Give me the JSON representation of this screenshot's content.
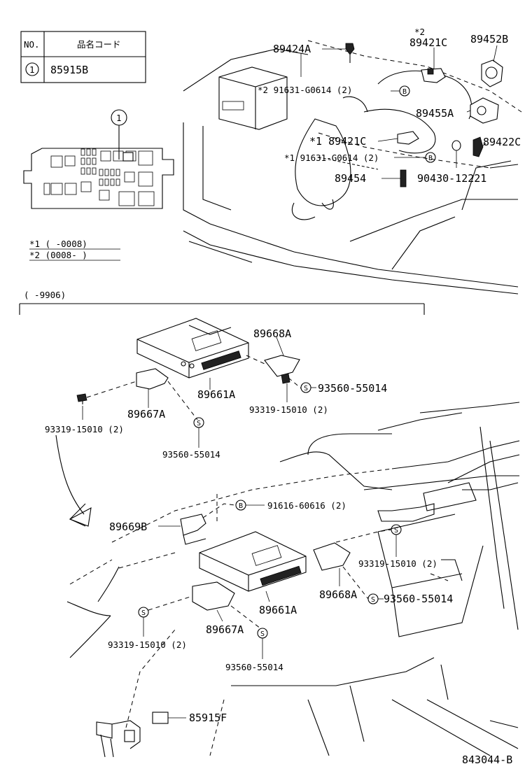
{
  "table": {
    "col_no": "NO.",
    "col_code": "品名コード",
    "row_no": "1",
    "row_code": "85915B"
  },
  "callout_1": "1",
  "notes": {
    "note1": "*1 (     -0008)",
    "note2": "*2 (0008-      )"
  },
  "top_labels": {
    "p89424A": "89424A",
    "star2_top": "*2",
    "p89421C_top": "89421C",
    "p89452B": "89452B",
    "star2_bolt": "*2  91631-G0614 (2)",
    "p89455A": "89455A",
    "star1_sensor": "*1  89421C",
    "star1_bolt": "*1  91631-G0614 (2)",
    "p89422C": "89422C",
    "p89454": "89454",
    "p90430": "90430-12221"
  },
  "section_range": "(      -9906)",
  "mid_labels": {
    "p89668A": "89668A",
    "p93560_a": "93560-55014",
    "p89661A": "89661A",
    "p93319_b": "93319-15010 (2)",
    "p89667A": "89667A",
    "p93319_a": "93319-15010 (2)",
    "p93560_b": "93560-55014"
  },
  "bottom_labels": {
    "p91616": "91616-60616 (2)",
    "p89669B": "89669B",
    "p93319_c": "93319-15010 (2)",
    "p89668A": "89668A",
    "p93560_c": "93560-55014",
    "p89661A": "89661A",
    "p93319_d": "93319-15010 (2)",
    "p89667A": "89667A",
    "p93560_d": "93560-55014",
    "p85915F": "85915F"
  },
  "markers": {
    "B": "B",
    "S": "S"
  },
  "footer_code": "843044-B"
}
